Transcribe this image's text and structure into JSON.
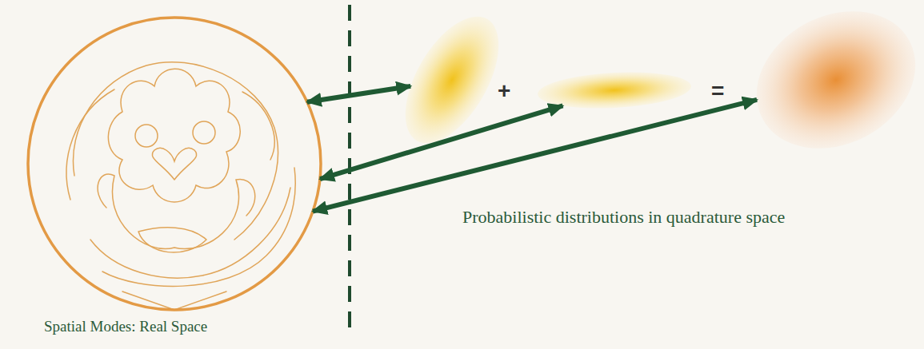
{
  "diagram": {
    "nodes": [
      {
        "text": [
          "Spatial Modes: Real Space"
        ]
      },
      {
        "text": []
      },
      {
        "text": []
      },
      {
        "text": []
      }
    ],
    "edges": [
      {
        "from": 0,
        "to": 1,
        "arrow": "both"
      },
      {
        "from": 0,
        "to": 2,
        "arrow": "both"
      },
      {
        "from": 0,
        "to": 3,
        "arrow": "both"
      }
    ],
    "labels": [
      "+",
      "=",
      "Probabilistic distributions in quadrature space"
    ]
  }
}
